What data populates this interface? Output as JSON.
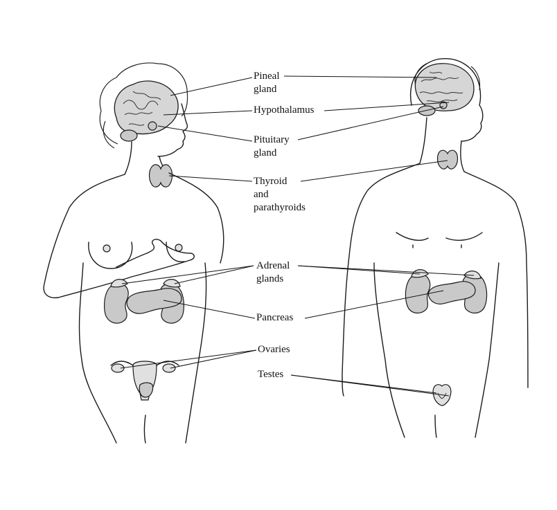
{
  "labels": {
    "pineal": [
      "Pineal",
      "gland"
    ],
    "hypothalamus": [
      "Hypothalamus"
    ],
    "pituitary": [
      "Pituitary",
      "gland"
    ],
    "thyroid": [
      "Thyroid",
      "and",
      "parathyroids"
    ],
    "adrenal": [
      "Adrenal",
      "glands"
    ],
    "pancreas": [
      "Pancreas"
    ],
    "ovaries": [
      "Ovaries"
    ],
    "testes": [
      "Testes"
    ]
  }
}
